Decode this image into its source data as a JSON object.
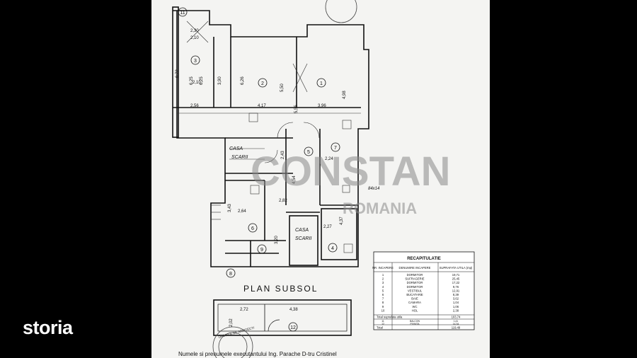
{
  "brand": {
    "name": "storia",
    "dot_color": "#ffffff"
  },
  "watermark": {
    "main": "CONSTAN",
    "sub": "ROMANIA"
  },
  "plan": {
    "title": "PLAN SUBSOL",
    "rooms": [
      {
        "no": "1",
        "name": ""
      },
      {
        "no": "2",
        "name": ""
      },
      {
        "no": "3",
        "name": ""
      },
      {
        "no": "4",
        "name": ""
      },
      {
        "no": "5",
        "name": ""
      },
      {
        "no": "6",
        "name": ""
      },
      {
        "no": "7",
        "name": ""
      },
      {
        "no": "8",
        "name": ""
      },
      {
        "no": "9",
        "name": ""
      },
      {
        "no": "11",
        "name": ""
      },
      {
        "no": "12",
        "name": ""
      }
    ],
    "stairs_label_1": "CASA",
    "stairs_label_2": "SCARII",
    "window_note": "84x14",
    "dimensions": [
      "6,72",
      "6,25",
      "3,90",
      "6,26",
      "5,50",
      "4,98",
      "2,56",
      "4,17",
      "3,96",
      "2,30",
      "2,10",
      "2,43",
      "4,54",
      "2,24",
      "2,82",
      "2,64",
      "2,27",
      "4,37",
      "3,43",
      "2,72",
      "4,38",
      "2,02",
      "5,55",
      "6,25",
      "3,20",
      "2,10"
    ]
  },
  "recap": {
    "title": "RECAPITULATIE",
    "headers": [
      "NR. INCAPERE",
      "DENUMIRE INCAPERE",
      "SUPRAFATA UTILA (mp)"
    ],
    "rows": [
      [
        "1",
        "DORMITOR",
        "19,71"
      ],
      [
        "2",
        "SUFRAGERIE",
        "25,45"
      ],
      [
        "3",
        "DORMITOR",
        "17,22"
      ],
      [
        "4",
        "DORMITOR",
        "9,76"
      ],
      [
        "5",
        "VESTIBUL",
        "12,91"
      ],
      [
        "6",
        "BUCATARIE",
        "8,39"
      ],
      [
        "7",
        "BAIE",
        "3,62"
      ],
      [
        "8",
        "CAMARA",
        "1,04"
      ],
      [
        "9",
        "WC",
        "1,06"
      ],
      [
        "10",
        "HOL",
        "2,38"
      ]
    ],
    "total_util_label": "Total suprafata utila",
    "total_util": "103,74",
    "extra_rows": [
      [
        "11",
        "BALCON",
        "1,41"
      ],
      [
        "12",
        "PIVNITA",
        "14,34"
      ]
    ],
    "total_label": "Total",
    "total": "119,49"
  },
  "footer_text": "Numele si prenumele executantului Ing. Parache D-tru Cristinel",
  "stamp_text": "ORDINUL DE ARHITECTI"
}
